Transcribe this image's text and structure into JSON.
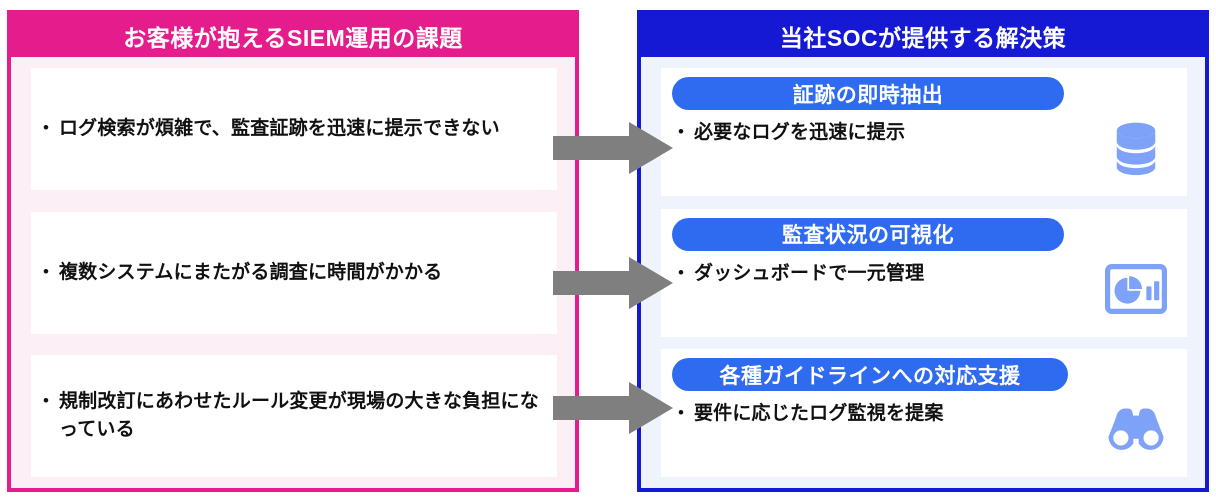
{
  "diagram": {
    "title_left": "お客様が抱えるSIEM運用の課題",
    "title_right": "当社SOCが提供する解決策",
    "colors": {
      "pink": "#e51d8c",
      "pink_bg": "#fcf0f6",
      "blue": "#1519d4",
      "blue_bg": "#eef3fc",
      "pill_blue": "#2f6bf0",
      "icon_blue": "#7da2f7",
      "arrow_gray": "#7f7f7f",
      "card_white": "#ffffff",
      "text_black": "#111111"
    }
  },
  "left_panel": {
    "header": "お客様が抱えるSIEM運用の課題",
    "bullet_marker": "•",
    "cards": [
      {
        "text": "ログ検索が煩雑で、監査証跡を迅速に提示できない"
      },
      {
        "text": "複数システムにまたがる調査に時間がかかる"
      },
      {
        "text": "規制改訂にあわせたルール変更が現場の大きな負担になっている"
      }
    ]
  },
  "right_panel": {
    "header": "当社SOCが提供する解決策",
    "bullet_marker": "•",
    "cards": [
      {
        "pill": "証跡の即時抽出",
        "text": "必要なログを迅速に提示",
        "icon": "database-icon"
      },
      {
        "pill": "監査状況の可視化",
        "text": "ダッシュボードで一元管理",
        "icon": "dashboard-chart-icon"
      },
      {
        "pill": "各種ガイドラインへの対応支援",
        "text": "要件に応じたログ監視を提案",
        "icon": "binoculars-icon"
      }
    ]
  },
  "arrows": [
    {
      "name": "arrow-issue-1-to-solution-1"
    },
    {
      "name": "arrow-issue-2-to-solution-2"
    },
    {
      "name": "arrow-issue-3-to-solution-3"
    }
  ]
}
